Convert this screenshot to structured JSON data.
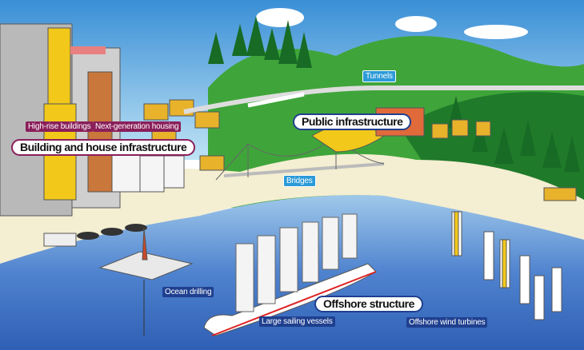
{
  "labels": {
    "high_rise": "High-rise buildings",
    "next_gen_housing": "Next-generation housing",
    "building_house": "Building and house infrastructure",
    "tunnels": "Tunnels",
    "public_infra": "Public infrastructure",
    "bridges": "Bridges",
    "ocean_drilling": "Ocean drilling",
    "sailing_vessels": "Large sailing vessels",
    "offshore_structure": "Offshore structure",
    "wind_turbines": "Offshore wind turbines"
  },
  "colors": {
    "building_accent": "#8a1f5a",
    "offshore_accent": "#1f3f8f",
    "public_accent": "#2b9ad8"
  }
}
